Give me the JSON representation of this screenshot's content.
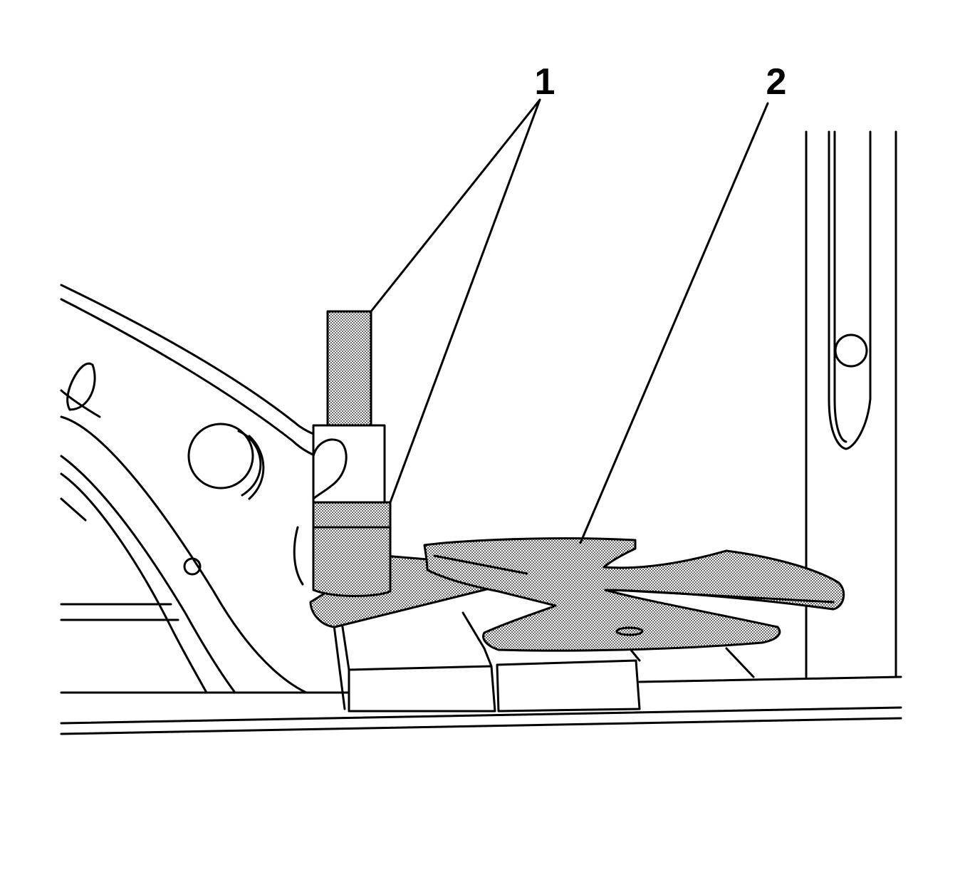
{
  "diagram": {
    "callouts": [
      {
        "id": "1",
        "label": "1"
      },
      {
        "id": "2",
        "label": "2"
      }
    ],
    "colors": {
      "line": "#000000",
      "background": "#ffffff",
      "stipple_fill": "#d9d9d9"
    },
    "parts": {
      "callout_1": "pin-and-sleeve-icon",
      "callout_2": "star-plate-icon"
    }
  }
}
